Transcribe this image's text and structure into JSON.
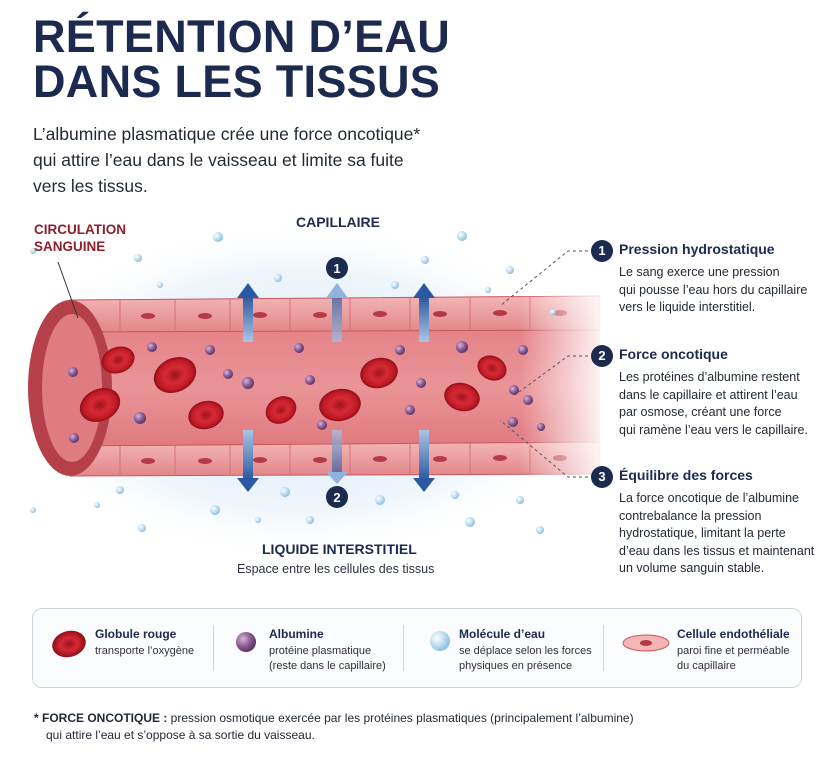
{
  "title": {
    "line1": "RÉTENTION D’EAU",
    "line2": "DANS LES TISSUS"
  },
  "subtitle": {
    "line1": "L’albumine plasmatique crée une force oncotique*",
    "line2": "qui attire l’eau dans le vaisseau et limite sa fuite",
    "line3": "vers les tissus."
  },
  "diagram": {
    "circulation_label": {
      "line1": "CIRCULATION",
      "line2": "SANGUINE"
    },
    "capillary_label": "CAPILLAIRE",
    "interstitial_label": "LIQUIDE INTERSTITIEL",
    "interstitial_sub": "Espace entre les cellules des tissus",
    "marker_1": "1",
    "marker_2": "2"
  },
  "info": [
    {
      "num": "1",
      "title": "Pression hydrostatique",
      "lines": [
        "Le sang exerce une pression",
        "qui pousse l’eau hors du capillaire",
        "vers le liquide interstitiel."
      ]
    },
    {
      "num": "2",
      "title": "Force oncotique",
      "lines": [
        "Les protéines d’albumine restent",
        "dans le capillaire et attirent l’eau",
        "par osmose, créant une force",
        "qui ramène l’eau vers le capillaire."
      ]
    },
    {
      "num": "3",
      "title": "Équilibre des forces",
      "lines": [
        "La force oncotique de l’albumine",
        "contrebalance la pression",
        "hydrostatique, limitant la perte",
        "d’eau dans les tissus et maintenant",
        "un volume sanguin stable."
      ]
    }
  ],
  "legend": [
    {
      "icon": "red-blood-cell-icon",
      "title": "Globule rouge",
      "lines": [
        "transporte l’oxygène"
      ]
    },
    {
      "icon": "albumin-icon",
      "title": "Albumine",
      "lines": [
        "protéine plasmatique",
        "(reste dans le capillaire)"
      ]
    },
    {
      "icon": "water-molecule-icon",
      "title": "Molécule d’eau",
      "lines": [
        "se déplace selon les forces",
        "physiques en présence"
      ]
    },
    {
      "icon": "endothelial-cell-icon",
      "title": "Cellule endothéliale",
      "lines": [
        "paroi fine et perméable",
        "du capillaire"
      ]
    }
  ],
  "footnote": {
    "star": "*  FORCE ONCOTIQUE :",
    "line1_rest": " pression osmotique exercée par les protéines plasmatiques (principalement l’albumine)",
    "line2": "qui attire l’eau et s’oppose à sa sortie du vaisseau."
  },
  "colors": {
    "navy": "#1b2a4e",
    "vessel": "#d8636a",
    "vessel_dark": "#b5404a",
    "red_cell": "#c8202c",
    "albumin": "#8a5a92",
    "water": "#bcdcf0",
    "arrow_blue": "#2f5fa3",
    "label_red": "#8f1e2a"
  }
}
